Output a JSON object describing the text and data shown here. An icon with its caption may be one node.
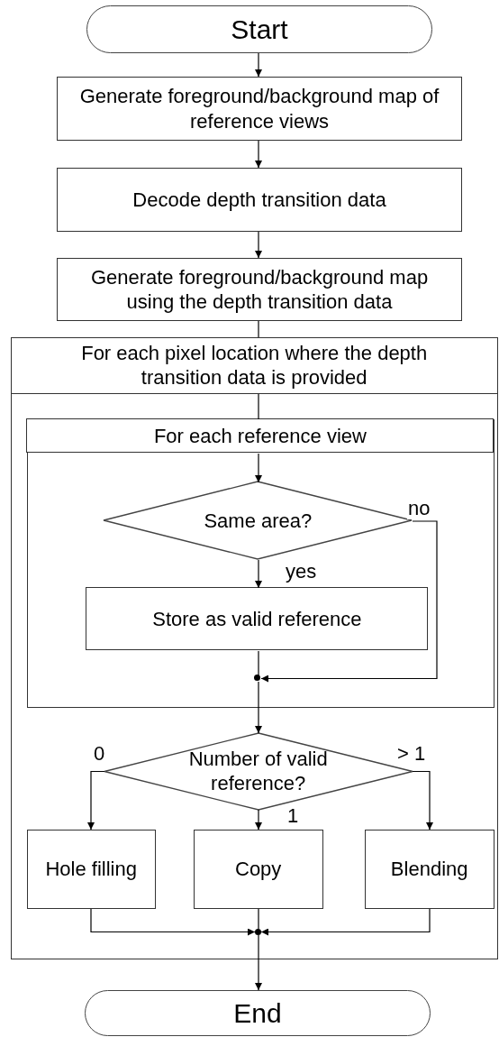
{
  "diagram": {
    "nodes": [
      {
        "text": [
          "Start"
        ]
      },
      {
        "text": [
          "Generate foreground/background map of reference views"
        ]
      },
      {
        "text": [
          "Decode depth transition data"
        ]
      },
      {
        "text": [
          "Generate foreground/background map using the depth transition data"
        ]
      },
      {
        "text": [],
        "shape": "box"
      },
      {
        "text": [
          "For each pixel location where the depth transition data is provided"
        ],
        "in": 4
      },
      {
        "text": [],
        "shape": "box",
        "in": 4
      },
      {
        "text": [
          "For each reference view"
        ],
        "in": 6
      },
      {
        "text": [
          "Same area?"
        ],
        "in": 6
      },
      {
        "text": [
          "Store as valid reference"
        ],
        "in": 6
      },
      {
        "text": [],
        "shape": "circle",
        "in": 6
      },
      {
        "text": [
          "Number of valid reference?"
        ],
        "in": 4
      },
      {
        "text": [
          "Hole filling"
        ],
        "in": 4
      },
      {
        "text": [
          "Copy"
        ],
        "in": 4
      },
      {
        "text": [
          "Blending"
        ],
        "in": 4
      },
      {
        "text": [],
        "shape": "circle",
        "in": 4
      },
      {
        "text": [
          "End"
        ]
      }
    ],
    "edges": [
      {
        "from": 0,
        "to": 1,
        "arrow": "to"
      },
      {
        "from": 1,
        "to": 2,
        "arrow": "to"
      },
      {
        "from": 2,
        "to": 3,
        "arrow": "to"
      },
      {
        "from": 3,
        "to": 5,
        "arrow": "none"
      },
      {
        "from": 5,
        "to": 7,
        "arrow": "none"
      },
      {
        "from": 7,
        "to": 8,
        "arrow": "to"
      },
      {
        "from": 8,
        "to": 9,
        "arrow": "to",
        "label": "yes"
      },
      {
        "from": 8,
        "to": 10,
        "arrow": "to",
        "label": "no"
      },
      {
        "from": 9,
        "to": 10,
        "arrow": "none"
      },
      {
        "from": 10,
        "to": 11,
        "arrow": "to"
      },
      {
        "from": 11,
        "to": 12,
        "arrow": "to",
        "label": "0"
      },
      {
        "from": 11,
        "to": 13,
        "arrow": "to",
        "label": "1"
      },
      {
        "from": 11,
        "to": 14,
        "arrow": "to",
        "label": "> 1"
      },
      {
        "from": 12,
        "to": 15,
        "arrow": "to"
      },
      {
        "from": 13,
        "to": 15,
        "arrow": "none"
      },
      {
        "from": 14,
        "to": 15,
        "arrow": "to"
      },
      {
        "from": 15,
        "to": 16,
        "arrow": "to"
      }
    ]
  }
}
